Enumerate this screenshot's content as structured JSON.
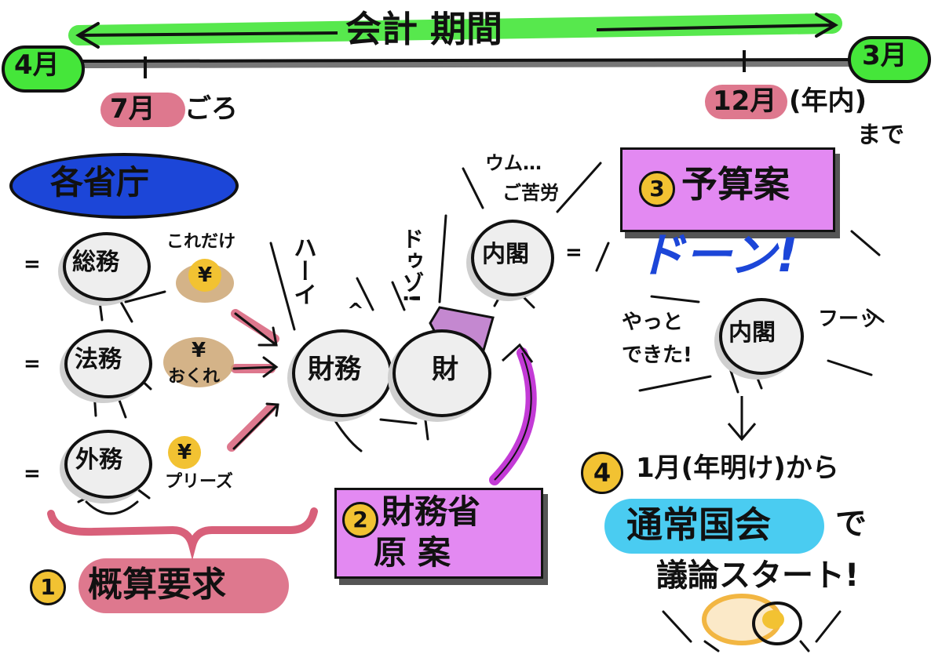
{
  "timeline": {
    "title": "会計 期間",
    "start": "4月",
    "end": "3月",
    "mark_july": "7月",
    "mark_july_suffix": "ごろ",
    "mark_dec": "12月",
    "mark_dec_suffix": "(年内)",
    "mark_dec_until": "まで"
  },
  "ministries": {
    "label": "各省庁",
    "soumu": "総務",
    "soumu_comment": "これだけ",
    "houmu": "法務",
    "houmu_comment": "おくれ",
    "gaimu": "外務",
    "gaimu_comment": "プリーズ",
    "yen": "¥"
  },
  "step1": {
    "number": "1",
    "label": "概算要求"
  },
  "zaimu": {
    "person1": "財務",
    "person2": "財",
    "shout_hai": "ハーイ",
    "shout_dou": "ドゥゾ!",
    "caret": "^"
  },
  "step2": {
    "number": "2",
    "label_line1": "財務省",
    "label_line2": "原案"
  },
  "naikaku": {
    "person_top": "内閣",
    "top_comment_1": "ウム…",
    "top_comment_2": "ご苦労",
    "person_bottom": "内閣",
    "comment_left_1": "やっと",
    "comment_left_2": "できた!",
    "comment_right": "フーッ"
  },
  "step3": {
    "number": "3",
    "label": "予算案",
    "sound": "ドーン!"
  },
  "step4": {
    "number": "4",
    "line1": "1月(年明け)から",
    "highlight": "通常国会",
    "after_highlight": "で",
    "line3": "議論スタート!"
  },
  "colors": {
    "green": "#45e63a",
    "blue": "#1c46d8",
    "pink": "#d8607a",
    "purple": "#e389f2",
    "yellow": "#f2c232",
    "cyan": "#36c6ef",
    "magenta": "#c33bd6",
    "tan": "#c9a06a"
  }
}
